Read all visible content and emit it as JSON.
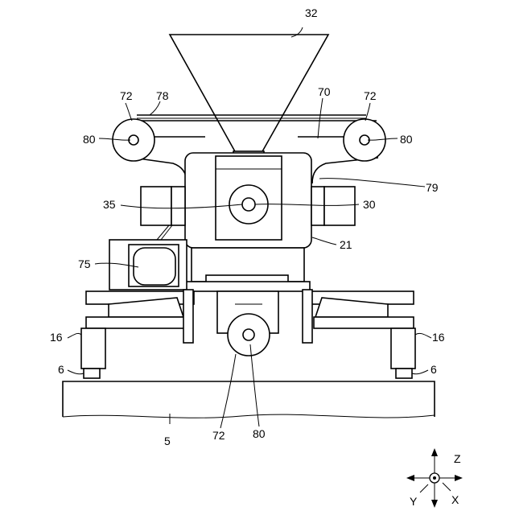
{
  "labels": {
    "hopper": "32",
    "belt": "78",
    "frame_top": "70",
    "pulley_left": "72",
    "pulley_right": "72",
    "shaft_left": "80",
    "shaft_right": "80",
    "seal": "79",
    "center_shaft": "35",
    "housing": "30",
    "body": "21",
    "motor": "75",
    "leg_left": "16",
    "leg_right": "16",
    "foot_left": "6",
    "foot_right": "6",
    "floor": "5",
    "bottom_pulley": "72",
    "bottom_shaft": "80"
  },
  "axes": {
    "z": "Z",
    "y": "Y",
    "x": "X"
  }
}
